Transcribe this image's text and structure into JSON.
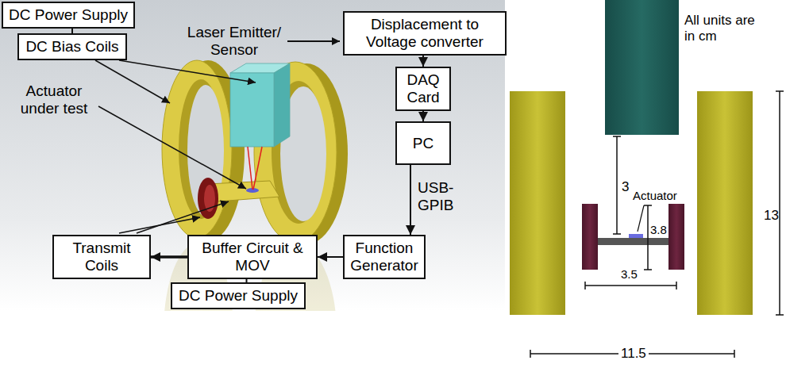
{
  "diagram": {
    "nodes": [
      {
        "text": [
          "DC Power Supply"
        ]
      },
      {
        "text": [
          "DC Bias Coils"
        ]
      },
      {
        "text": [
          "Displacement to Voltage converter"
        ]
      },
      {
        "text": [
          "DAQ Card"
        ]
      },
      {
        "text": [
          "PC"
        ]
      },
      {
        "text": [
          "Transmit Coils"
        ]
      },
      {
        "text": [
          "Buffer Circuit & MOV"
        ]
      },
      {
        "text": [
          "Function Generator"
        ]
      },
      {
        "text": [
          "DC Power Supply"
        ]
      }
    ],
    "edges": [
      {
        "from": 0,
        "to": 1,
        "arrow": "none"
      },
      {
        "from": 2,
        "to": 3,
        "arrow": "to"
      },
      {
        "from": 3,
        "to": 4,
        "arrow": "to"
      },
      {
        "from": 4,
        "to": 7,
        "arrow": "to",
        "label": "USB-GPIB"
      },
      {
        "from": 7,
        "to": 6,
        "arrow": "to"
      },
      {
        "from": 6,
        "to": 5,
        "arrow": "to"
      },
      {
        "from": 8,
        "to": 6,
        "arrow": "none"
      }
    ],
    "labels": [
      "Laser Emitter/ Sensor",
      "Actuator under test",
      "All units are in cm",
      "Actuator",
      "3",
      "3.8",
      "3.5",
      "13",
      "11.5"
    ]
  }
}
